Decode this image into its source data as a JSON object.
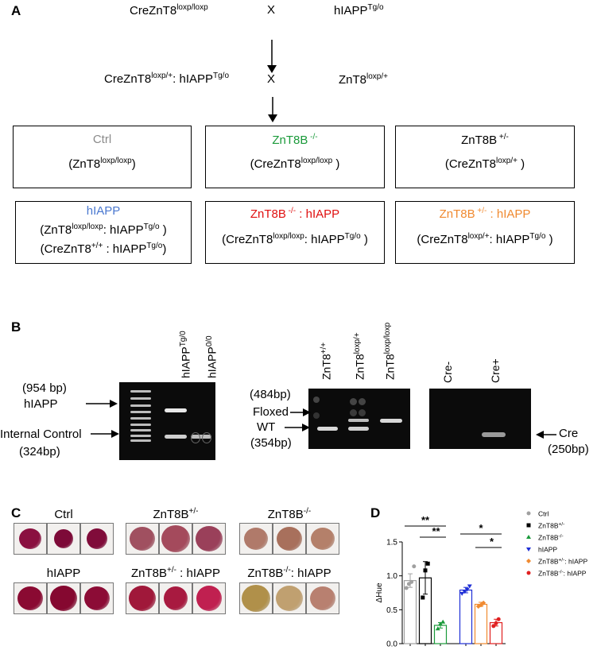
{
  "panel_a": {
    "label": "A",
    "cross1": {
      "left_base": "CreZnT8",
      "left_sup": "loxp/loxp",
      "x": "X",
      "right_base": "hIAPP",
      "right_sup": "Tg/o"
    },
    "cross2": {
      "left_base": "CreZnT8",
      "left_sup": "loxp/+",
      "left_mid": ":  hIAPP",
      "left_sup2": "Tg/o",
      "x": "X",
      "right_base": "ZnT8",
      "right_sup": "loxp/+"
    },
    "boxes": [
      {
        "title": "Ctrl",
        "title_color": "#8a8a8a",
        "l1_base": "(ZnT8",
        "l1_sup": "loxp/loxp",
        "l1_end": ")"
      },
      {
        "title_base": "ZnT8B",
        "title_sup": " -/-",
        "title_color": "#1a9a3a",
        "l1_base": "(CreZnT8",
        "l1_sup": "loxp/loxp",
        "l1_end": " )"
      },
      {
        "title_base": "ZnT8B",
        "title_sup": " +/-",
        "title_color": "#000000",
        "l1_base": "(CreZnT8",
        "l1_sup": "loxp/+",
        "l1_end": " )"
      },
      {
        "title": "hIAPP",
        "title_color": "#4a78d0",
        "l1_base": "(ZnT8",
        "l1_sup": "loxp/loxp",
        "l1_mid": ":   hIAPP",
        "l1_sup2": "Tg/o",
        "l1_end": " )",
        "l2_base": "(CreZnT8",
        "l2_sup": "+/+",
        "l2_mid": " :   hIAPP",
        "l2_sup2": "Tg/o",
        "l2_end": ")"
      },
      {
        "title_base": "ZnT8B",
        "title_sup": " -/-",
        "title_end": " : hIAPP",
        "title_color": "#e01010",
        "l1_base": "(CreZnT8",
        "l1_sup": "loxp/loxp",
        "l1_mid": ":   hIAPP",
        "l1_sup2": "Tg/o",
        "l1_end": " )"
      },
      {
        "title_base": "ZnT8B",
        "title_sup": " +/-",
        "title_end": " : hIAPP",
        "title_color": "#f08a30",
        "l1_base": "(CreZnT8",
        "l1_sup": "loxp/+",
        "l1_mid": ":   hIAPP",
        "l1_sup2": "Tg/o",
        "l1_end": " )"
      }
    ]
  },
  "panel_b": {
    "label": "B",
    "gel1": {
      "lane_base_1": "hIAPP",
      "lane_sup_1": "Tg/0",
      "lane_base_2": "hIAPP",
      "lane_sup_2": "0/0",
      "band_top_bp": "(954 bp)",
      "band_top_name": "hIAPP",
      "band_bottom_name": "Internal Control",
      "band_bottom_bp": "(324bp)"
    },
    "gel2": {
      "lane_base_1": "ZnT8",
      "lane_sup_1": "+/+",
      "lane_base_2": "ZnT8",
      "lane_sup_2": "loxp/+",
      "lane_base_3": "ZnT8",
      "lane_sup_3": "loxp/loxp",
      "top_bp": "(484bp)",
      "floxed": "Floxed",
      "wt": "WT",
      "bottom_bp": "(354bp)"
    },
    "gel3": {
      "lane_1": "Cre-",
      "lane_2": "Cre+",
      "band_name": "Cre",
      "band_bp": "(250bp)"
    }
  },
  "panel_c": {
    "label": "C",
    "groups": [
      {
        "base": "Ctrl",
        "sup": "",
        "end": ""
      },
      {
        "base": "ZnT8B",
        "sup": "+/-",
        "end": ""
      },
      {
        "base": "ZnT8B",
        "sup": "-/-",
        "end": ""
      },
      {
        "base": "hIAPP",
        "sup": "",
        "end": ""
      },
      {
        "base": "ZnT8B",
        "sup": "+/-",
        "end": " : hIAPP"
      },
      {
        "base": "ZnT8B",
        "sup": "-/-",
        "end": ": hIAPP"
      }
    ]
  },
  "panel_d": {
    "label": "D",
    "ylabel": "ΔHue",
    "chart_data": {
      "type": "bar",
      "categories": [
        "Ctrl",
        "ZnT8B+/-",
        "ZnT8B-/-",
        "hIAPP",
        "ZnT8B+/-: hIAPP",
        "ZnT8B-/-: hIAPP"
      ],
      "values": [
        0.93,
        0.97,
        0.27,
        0.79,
        0.58,
        0.31
      ],
      "errors": [
        0.1,
        0.24,
        0.04,
        0.04,
        0.03,
        0.05
      ],
      "points": [
        [
          0.82,
          0.88,
          0.91,
          1.14
        ],
        [
          0.68,
          1.08,
          1.18
        ],
        [
          0.22,
          0.29,
          0.32
        ],
        [
          0.74,
          0.77,
          0.8,
          0.85
        ],
        [
          0.55,
          0.57,
          0.6
        ],
        [
          0.26,
          0.3,
          0.36
        ]
      ],
      "colors": [
        "#a0a0a0",
        "#000000",
        "#1a9a3a",
        "#1f2fd6",
        "#f08a30",
        "#e02020"
      ],
      "markers": [
        "circle",
        "square",
        "triangle",
        "triangle-down",
        "diamond",
        "circle"
      ],
      "ylim": [
        0,
        1.5
      ],
      "yticks": [
        "0.0",
        "0.5",
        "1.0",
        "1.5"
      ],
      "legend": [
        {
          "base": "Ctrl",
          "sup": "",
          "end": ""
        },
        {
          "base": "ZnT8B",
          "sup": "+/-",
          "end": ""
        },
        {
          "base": "ZnT8B",
          "sup": "-/-",
          "end": ""
        },
        {
          "base": "hIAPP",
          "sup": "",
          "end": ""
        },
        {
          "base": "ZnT8B",
          "sup": "+/-",
          "end": ": hIAPP"
        },
        {
          "base": "ZnT8B",
          "sup": "-/-",
          "end": ": hIAPP"
        }
      ],
      "significance": [
        {
          "from": 0,
          "to": 2,
          "label": "**"
        },
        {
          "from": 1,
          "to": 2,
          "label": "**"
        },
        {
          "from": 3,
          "to": 5,
          "label": "*"
        },
        {
          "from": 4,
          "to": 5,
          "label": "*"
        }
      ]
    }
  }
}
